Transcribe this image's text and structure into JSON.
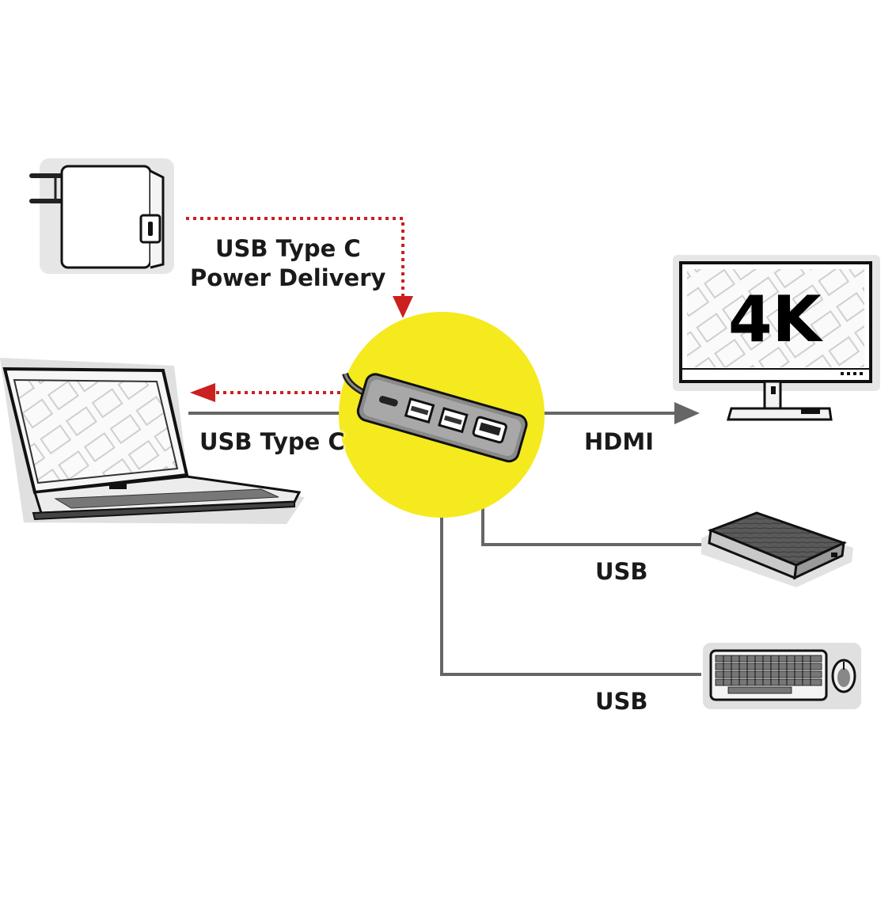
{
  "labels": {
    "charger_line1": "USB Type C",
    "charger_line2": "Power Delivery",
    "laptop": "USB Type C",
    "hdmi": "HDMI",
    "usb_drive": "USB",
    "usb_keyboard": "USB",
    "monitor_badge": "4K"
  },
  "colors": {
    "hub_circle": "#f4ea1e",
    "power_arrow": "#cc1f1f",
    "connector_line": "#666666",
    "device_shadow": "#d9d9d9"
  },
  "icons": {
    "charger": "usb-c-power-adapter-icon",
    "laptop": "laptop-icon",
    "hub": "usb-c-hub-icon",
    "monitor": "4k-monitor-icon",
    "drive": "external-hard-drive-icon",
    "keyboard": "keyboard-and-mouse-icon"
  }
}
